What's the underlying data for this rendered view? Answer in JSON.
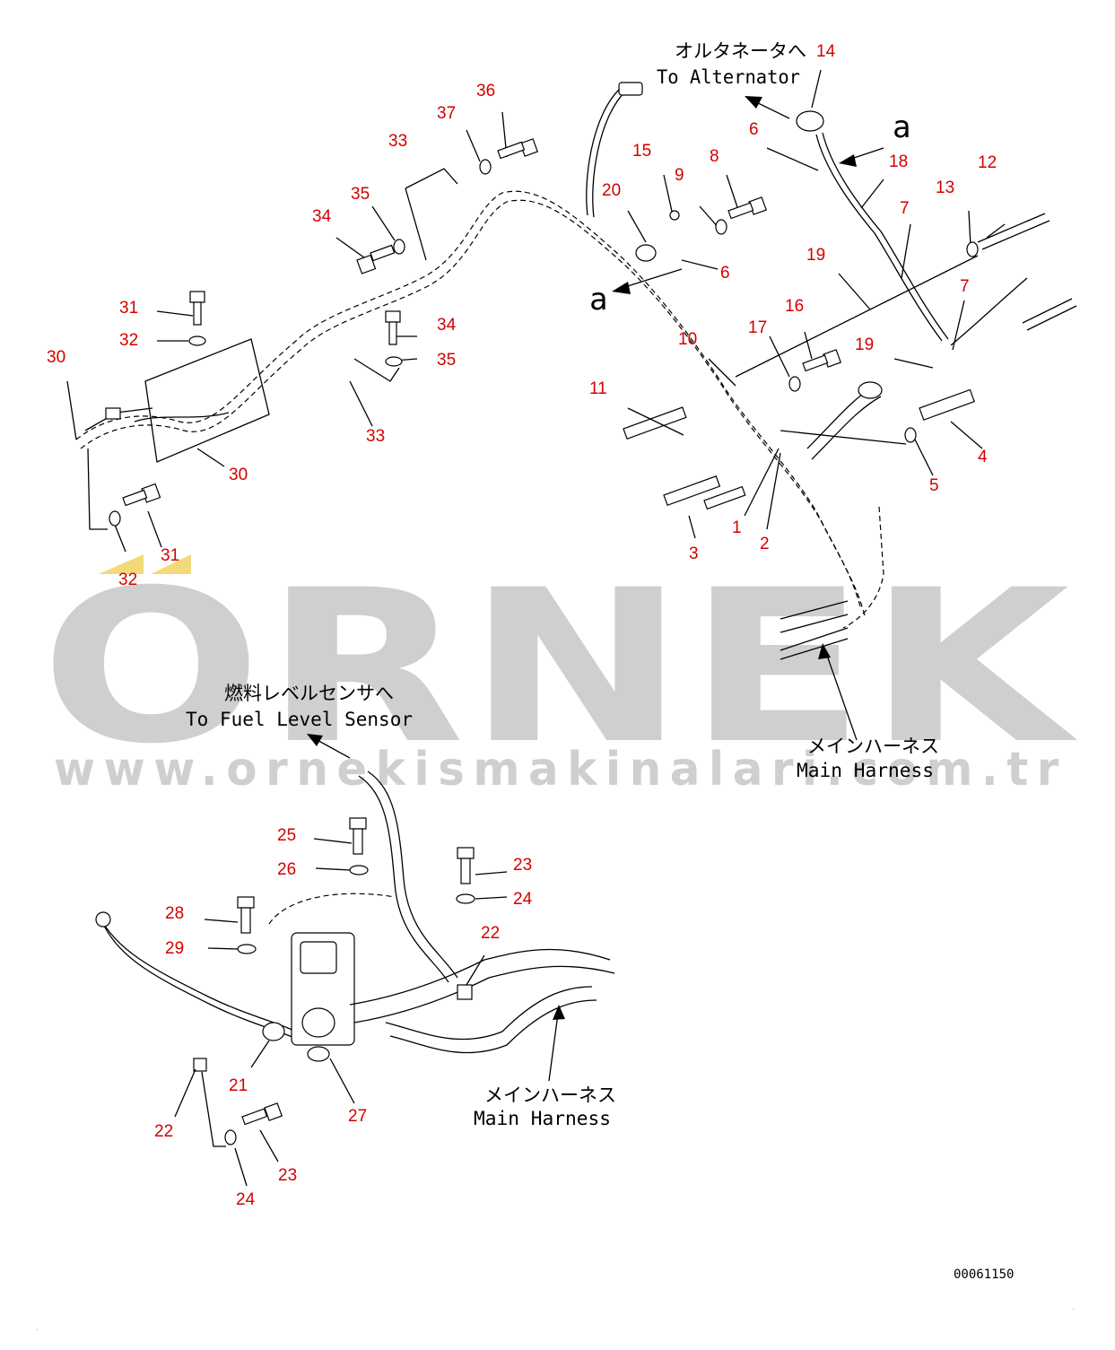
{
  "watermark": {
    "letters": "ORNEK",
    "url": "www.ornekismakinalari.com.tr"
  },
  "labels": {
    "alternator_jp": "オルタネータへ",
    "alternator_en": "To Alternator",
    "fuel_jp": "燃料レベルセンサへ",
    "fuel_en": "To Fuel Level Sensor",
    "main_harness_jp": "メインハーネス",
    "main_harness_en": "Main Harness",
    "ref_a": "a",
    "drawing_code": "00061150"
  },
  "callouts": [
    "1",
    "2",
    "3",
    "4",
    "5",
    "6",
    "7",
    "8",
    "9",
    "10",
    "11",
    "12",
    "13",
    "14",
    "15",
    "16",
    "17",
    "18",
    "19",
    "20",
    "21",
    "22",
    "23",
    "24",
    "25",
    "26",
    "27",
    "28",
    "29",
    "30",
    "31",
    "32",
    "33",
    "34",
    "35",
    "36",
    "37"
  ],
  "colors": {
    "callout": "#d40000",
    "watermark": "#cfcfcf",
    "line": "#000000"
  }
}
